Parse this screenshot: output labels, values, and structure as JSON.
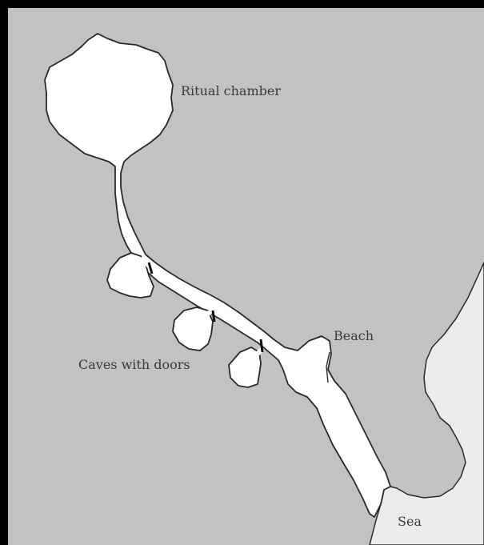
{
  "map": {
    "labels": {
      "ritual_chamber": "Ritual chamber",
      "beach": "Beach",
      "caves_with_doors": "Caves with doors",
      "sea": "Sea"
    },
    "colors": {
      "rock": "#c2c2c2",
      "cave_floor": "#ffffff",
      "sea": "#ececec",
      "outline": "#2a2a2a",
      "frame": "#000000",
      "door": "#111111"
    }
  }
}
